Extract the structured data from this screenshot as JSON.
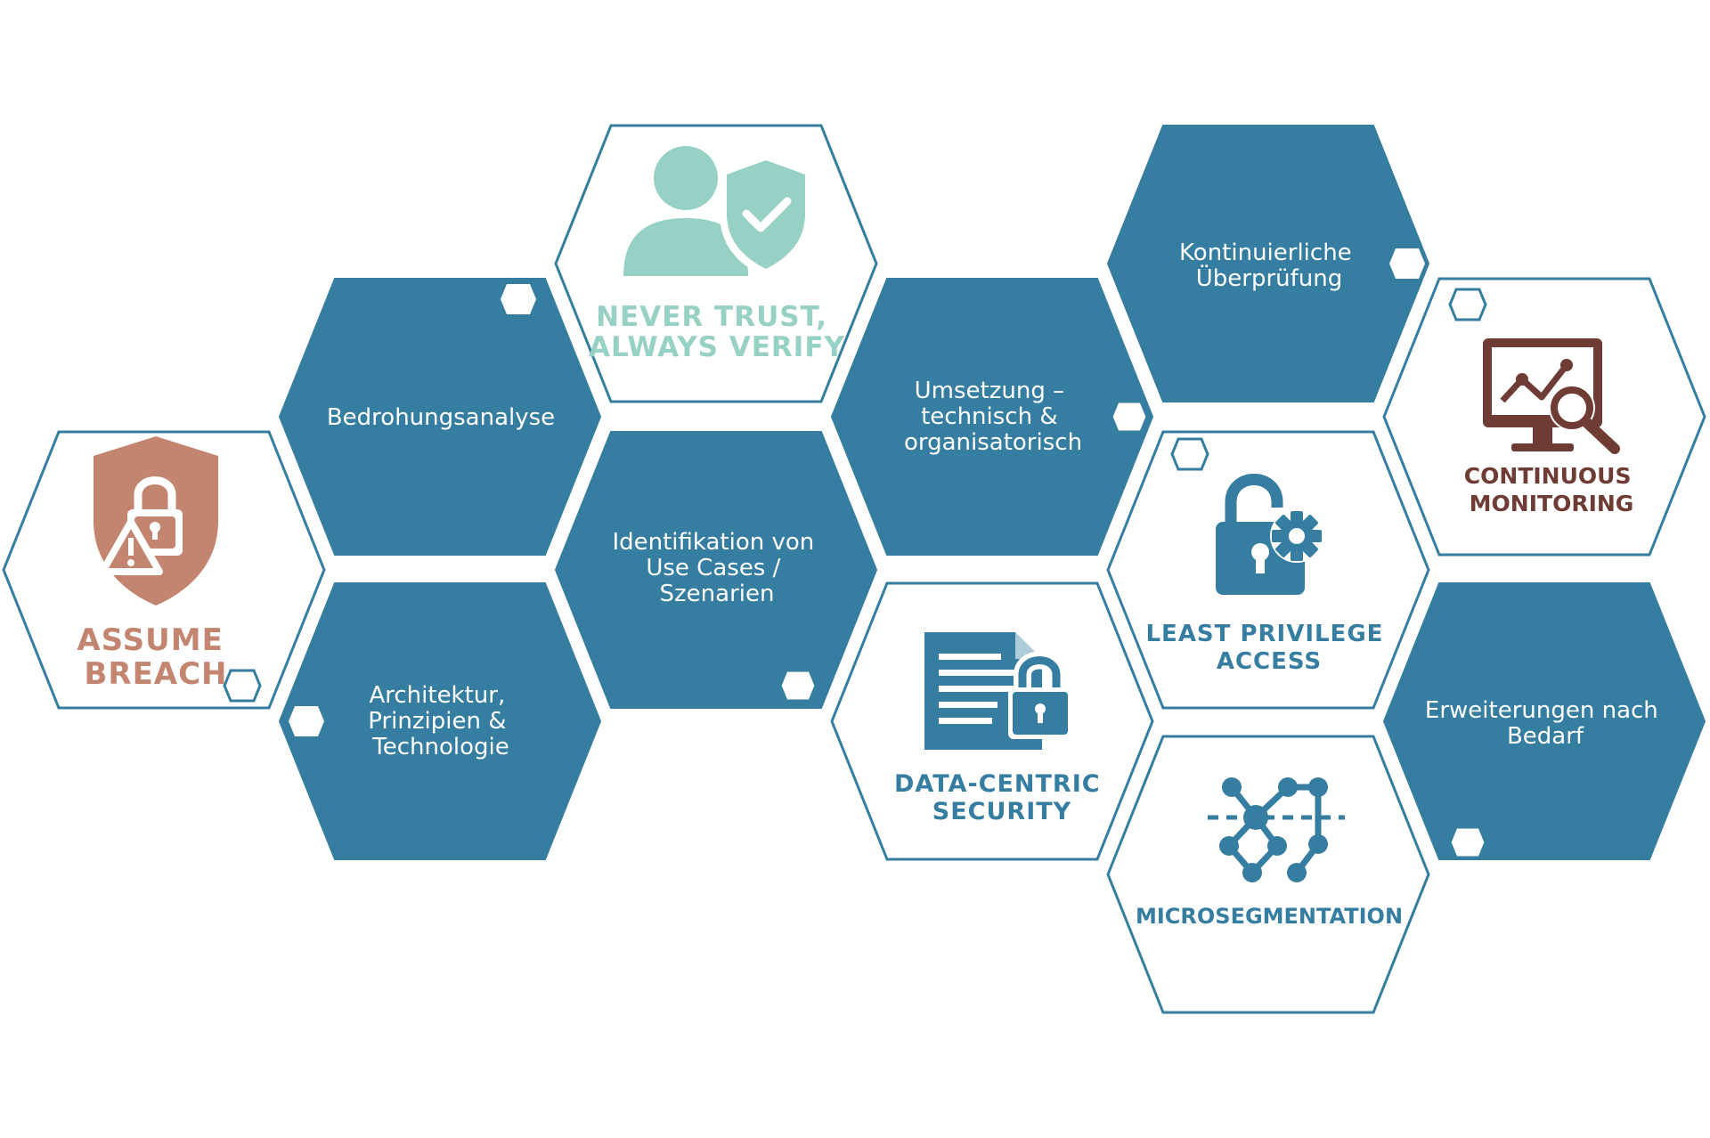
{
  "colors": {
    "fill": "#357da1",
    "outline": "#357da1",
    "assume_breach": "#c48570",
    "never_trust": "#97d0c5",
    "monitoring": "#6e3b35",
    "blue_icon": "#357da1"
  },
  "hexagons": [
    {
      "id": "assume-breach",
      "kind": "outline",
      "icon": "shield-lock-warning-icon",
      "title": [
        "ASSUME",
        "BREACH"
      ]
    },
    {
      "id": "bedrohungsanalyse",
      "kind": "filled",
      "label": [
        "Bedrohungsanalyse"
      ]
    },
    {
      "id": "architektur",
      "kind": "filled",
      "label": [
        "Architektur,",
        "Prinzipien &",
        "Technologie"
      ]
    },
    {
      "id": "never-trust",
      "kind": "outline",
      "icon": "user-shield-check-icon",
      "title": [
        "NEVER TRUST,",
        "ALWAYS VERIFY"
      ]
    },
    {
      "id": "identifikation",
      "kind": "filled",
      "label": [
        "Identifikation von",
        "Use Cases /",
        "Szenarien"
      ]
    },
    {
      "id": "umsetzung",
      "kind": "filled",
      "label": [
        "Umsetzung –",
        "technisch &",
        "organisatorisch"
      ]
    },
    {
      "id": "data-centric",
      "kind": "outline",
      "icon": "document-lock-icon",
      "title": [
        "DATA-CENTRIC",
        "SECURITY"
      ]
    },
    {
      "id": "kontinuierliche",
      "kind": "filled",
      "label": [
        "Kontinuierliche",
        "Überprüfung"
      ]
    },
    {
      "id": "least-privilege",
      "kind": "outline",
      "icon": "lock-gear-icon",
      "title": [
        "LEAST PRIVILEGE",
        "ACCESS"
      ]
    },
    {
      "id": "microsegmentation",
      "kind": "outline",
      "icon": "network-nodes-icon",
      "title": [
        "MICROSEGMENTATION"
      ]
    },
    {
      "id": "continuous-monitoring",
      "kind": "outline",
      "icon": "monitor-analytics-icon",
      "title": [
        "CONTINUOUS",
        "MONITORING"
      ]
    },
    {
      "id": "erweiterungen",
      "kind": "filled",
      "label": [
        "Erweiterungen nach",
        "Bedarf"
      ]
    }
  ]
}
